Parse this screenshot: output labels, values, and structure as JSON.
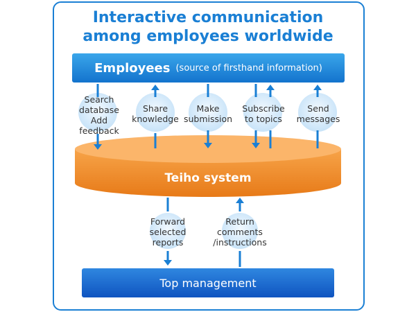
{
  "title": {
    "line1": "Interactive communication",
    "line2": "among employees worldwide"
  },
  "employees": {
    "label": "Employees",
    "sublabel": "(source of firsthand information)"
  },
  "actions": [
    {
      "lines": [
        "Search",
        "database",
        "Add",
        "feedback"
      ]
    },
    {
      "lines": [
        "Share",
        "knowledge"
      ]
    },
    {
      "lines": [
        "Make",
        "submission"
      ]
    },
    {
      "lines": [
        "Subscribe",
        "to topics"
      ]
    },
    {
      "lines": [
        "Send",
        "messages"
      ]
    }
  ],
  "system": {
    "label": "Teiho system"
  },
  "lower_flows": [
    {
      "lines": [
        "Forward",
        "selected",
        "reports"
      ]
    },
    {
      "lines": [
        "Return",
        "comments",
        "/instructions"
      ]
    }
  ],
  "management": {
    "label": "Top management"
  },
  "colors": {
    "accent_blue": "#1a7fd4",
    "arrow_blue": "#1a7fd4",
    "circle_fill": "#dceefb",
    "system_orange": "#f08a24"
  }
}
